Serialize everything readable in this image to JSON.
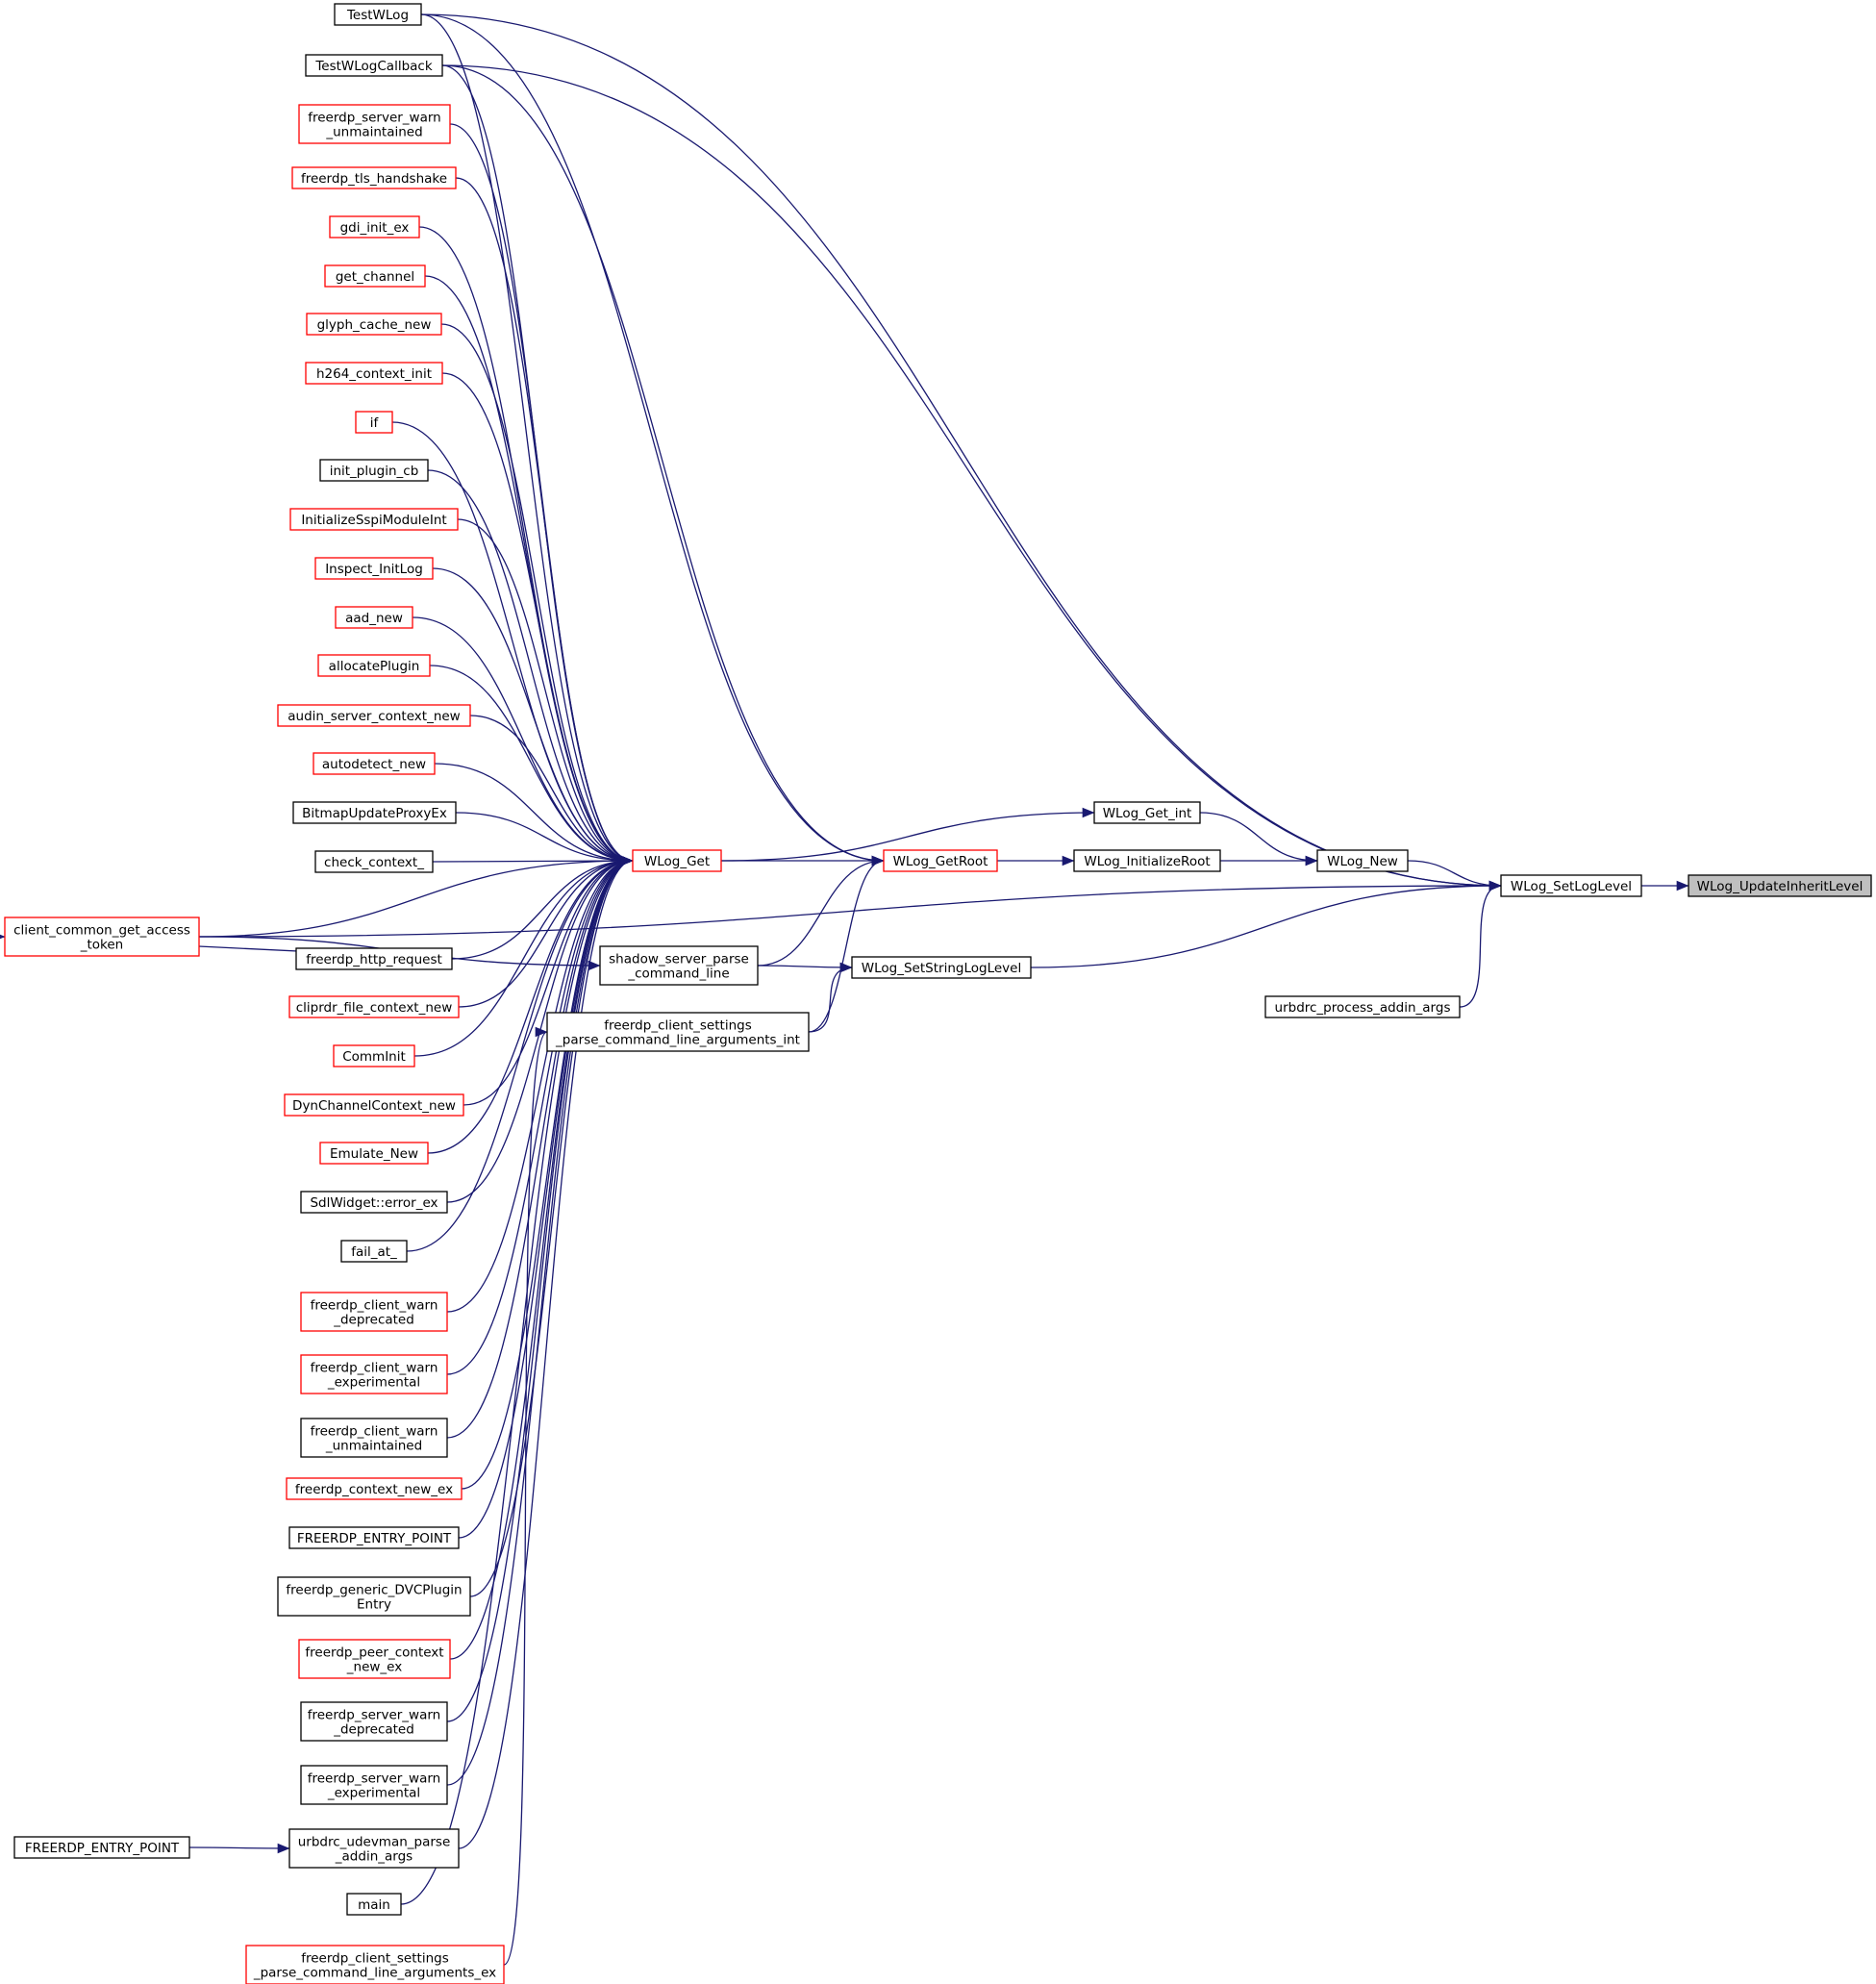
{
  "colors": {
    "edge": "#191970",
    "border_default": "#000000",
    "border_truncated": "#ff0000",
    "root_fill": "#bfbfbf",
    "node_fill": "#ffffff",
    "text": "#000000"
  },
  "nodes": [
    {
      "id": "TestWLog",
      "lines": [
        "TestWLog"
      ],
      "border": "black"
    },
    {
      "id": "TestWLogCallback",
      "lines": [
        "TestWLogCallback"
      ],
      "border": "black"
    },
    {
      "id": "fsw_unmaint",
      "lines": [
        "freerdp_server_warn",
        "_unmaintained"
      ],
      "border": "red"
    },
    {
      "id": "tls_hs",
      "lines": [
        "freerdp_tls_handshake"
      ],
      "border": "red"
    },
    {
      "id": "gdi_init_ex",
      "lines": [
        "gdi_init_ex"
      ],
      "border": "red"
    },
    {
      "id": "get_channel",
      "lines": [
        "get_channel"
      ],
      "border": "red"
    },
    {
      "id": "glyph_cache_new",
      "lines": [
        "glyph_cache_new"
      ],
      "border": "red"
    },
    {
      "id": "h264_context_init",
      "lines": [
        "h264_context_init"
      ],
      "border": "red"
    },
    {
      "id": "if",
      "lines": [
        "if"
      ],
      "border": "red"
    },
    {
      "id": "init_plugin_cb",
      "lines": [
        "init_plugin_cb"
      ],
      "border": "black"
    },
    {
      "id": "InitSspi",
      "lines": [
        "InitializeSspiModuleInt"
      ],
      "border": "red"
    },
    {
      "id": "Inspect_InitLog",
      "lines": [
        "Inspect_InitLog"
      ],
      "border": "red"
    },
    {
      "id": "aad_new",
      "lines": [
        "aad_new"
      ],
      "border": "red"
    },
    {
      "id": "allocatePlugin",
      "lines": [
        "allocatePlugin"
      ],
      "border": "red"
    },
    {
      "id": "audin_srv",
      "lines": [
        "audin_server_context_new"
      ],
      "border": "red"
    },
    {
      "id": "autodetect_new",
      "lines": [
        "autodetect_new"
      ],
      "border": "red"
    },
    {
      "id": "BitmapUpdateProxyEx",
      "lines": [
        "BitmapUpdateProxyEx"
      ],
      "border": "black"
    },
    {
      "id": "check_context_",
      "lines": [
        "check_context_"
      ],
      "border": "black"
    },
    {
      "id": "cc_get_access",
      "lines": [
        "client_common_get_access",
        "_token"
      ],
      "border": "red"
    },
    {
      "id": "http_request",
      "lines": [
        "freerdp_http_request"
      ],
      "border": "black"
    },
    {
      "id": "cliprdr_fcn",
      "lines": [
        "cliprdr_file_context_new"
      ],
      "border": "red"
    },
    {
      "id": "CommInit",
      "lines": [
        "CommInit"
      ],
      "border": "red"
    },
    {
      "id": "DynChannelContext_new",
      "lines": [
        "DynChannelContext_new"
      ],
      "border": "red"
    },
    {
      "id": "Emulate_New",
      "lines": [
        "Emulate_New"
      ],
      "border": "red"
    },
    {
      "id": "SdlWidget_error_ex",
      "lines": [
        "SdlWidget::error_ex"
      ],
      "border": "black"
    },
    {
      "id": "fail_at_",
      "lines": [
        "fail_at_"
      ],
      "border": "black"
    },
    {
      "id": "fcw_deprecated",
      "lines": [
        "freerdp_client_warn",
        "_deprecated"
      ],
      "border": "red"
    },
    {
      "id": "fcw_experimental",
      "lines": [
        "freerdp_client_warn",
        "_experimental"
      ],
      "border": "red"
    },
    {
      "id": "fcw_unmaint",
      "lines": [
        "freerdp_client_warn",
        "_unmaintained"
      ],
      "border": "black"
    },
    {
      "id": "context_new_ex",
      "lines": [
        "freerdp_context_new_ex"
      ],
      "border": "red"
    },
    {
      "id": "FEP_1",
      "lines": [
        "FREERDP_ENTRY_POINT"
      ],
      "border": "black"
    },
    {
      "id": "generic_DVC",
      "lines": [
        "freerdp_generic_DVCPlugin",
        "Entry"
      ],
      "border": "black"
    },
    {
      "id": "peer_ctx_new_ex",
      "lines": [
        "freerdp_peer_context",
        "_new_ex"
      ],
      "border": "red"
    },
    {
      "id": "fsw_deprecated",
      "lines": [
        "freerdp_server_warn",
        "_deprecated"
      ],
      "border": "black"
    },
    {
      "id": "fsw_experimental",
      "lines": [
        "freerdp_server_warn",
        "_experimental"
      ],
      "border": "black"
    },
    {
      "id": "udevman_parse",
      "lines": [
        "urbdrc_udevman_parse",
        "_addin_args"
      ],
      "border": "black"
    },
    {
      "id": "FEP_2",
      "lines": [
        "FREERDP_ENTRY_POINT"
      ],
      "border": "black"
    },
    {
      "id": "main",
      "lines": [
        "main"
      ],
      "border": "black"
    },
    {
      "id": "fcs_parse_ex",
      "lines": [
        "freerdp_client_settings",
        "_parse_command_line_arguments_ex"
      ],
      "border": "red"
    },
    {
      "id": "WLog_Get",
      "lines": [
        "WLog_Get"
      ],
      "border": "red"
    },
    {
      "id": "shadow_parse",
      "lines": [
        "shadow_server_parse",
        "_command_line"
      ],
      "border": "black"
    },
    {
      "id": "fcs_parse_int",
      "lines": [
        "freerdp_client_settings",
        "_parse_command_line_arguments_int"
      ],
      "border": "black"
    },
    {
      "id": "WLog_GetRoot",
      "lines": [
        "WLog_GetRoot"
      ],
      "border": "red"
    },
    {
      "id": "WLog_SetStringLogLevel",
      "lines": [
        "WLog_SetStringLogLevel"
      ],
      "border": "black"
    },
    {
      "id": "WLog_Get_int",
      "lines": [
        "WLog_Get_int"
      ],
      "border": "black"
    },
    {
      "id": "WLog_InitializeRoot",
      "lines": [
        "WLog_InitializeRoot"
      ],
      "border": "black"
    },
    {
      "id": "WLog_New",
      "lines": [
        "WLog_New"
      ],
      "border": "black"
    },
    {
      "id": "WLog_SetLogLevel",
      "lines": [
        "WLog_SetLogLevel"
      ],
      "border": "black"
    },
    {
      "id": "urbdrc_process",
      "lines": [
        "urbdrc_process_addin_args"
      ],
      "border": "black"
    },
    {
      "id": "WLog_UpdateInheritLevel",
      "lines": [
        "WLog_UpdateInheritLevel"
      ],
      "border": "black",
      "root": true
    }
  ],
  "edges": [
    [
      "WLog_SetLogLevel",
      "WLog_UpdateInheritLevel"
    ],
    [
      "WLog_New",
      "WLog_SetLogLevel"
    ],
    [
      "WLog_Get_int",
      "WLog_New"
    ],
    [
      "WLog_InitializeRoot",
      "WLog_New"
    ],
    [
      "WLog_GetRoot",
      "WLog_InitializeRoot"
    ],
    [
      "WLog_Get",
      "WLog_GetRoot"
    ],
    [
      "WLog_Get",
      "WLog_Get_int"
    ],
    [
      "WLog_SetStringLogLevel",
      "WLog_SetLogLevel"
    ],
    [
      "cc_get_access",
      "WLog_SetLogLevel"
    ],
    [
      "urbdrc_process",
      "WLog_SetLogLevel"
    ],
    [
      "TestWLog",
      "WLog_SetLogLevel"
    ],
    [
      "TestWLogCallback",
      "WLog_SetLogLevel"
    ],
    [
      "TestWLog",
      "WLog_GetRoot"
    ],
    [
      "TestWLogCallback",
      "WLog_GetRoot"
    ],
    [
      "shadow_parse",
      "WLog_GetRoot"
    ],
    [
      "fcs_parse_int",
      "WLog_GetRoot"
    ],
    [
      "shadow_parse",
      "WLog_SetStringLogLevel"
    ],
    [
      "fcs_parse_int",
      "WLog_SetStringLogLevel"
    ],
    [
      "fcs_parse_ex",
      "fcs_parse_int"
    ],
    [
      "cc_get_access",
      "shadow_parse"
    ],
    [
      "http_request",
      "cc_get_access"
    ],
    [
      "FEP_2",
      "udevman_parse"
    ],
    [
      "TestWLog",
      "WLog_Get"
    ],
    [
      "TestWLogCallback",
      "WLog_Get"
    ],
    [
      "fsw_unmaint",
      "WLog_Get"
    ],
    [
      "tls_hs",
      "WLog_Get"
    ],
    [
      "gdi_init_ex",
      "WLog_Get"
    ],
    [
      "get_channel",
      "WLog_Get"
    ],
    [
      "glyph_cache_new",
      "WLog_Get"
    ],
    [
      "h264_context_init",
      "WLog_Get"
    ],
    [
      "if",
      "WLog_Get"
    ],
    [
      "init_plugin_cb",
      "WLog_Get"
    ],
    [
      "InitSspi",
      "WLog_Get"
    ],
    [
      "Inspect_InitLog",
      "WLog_Get"
    ],
    [
      "aad_new",
      "WLog_Get"
    ],
    [
      "allocatePlugin",
      "WLog_Get"
    ],
    [
      "audin_srv",
      "WLog_Get"
    ],
    [
      "autodetect_new",
      "WLog_Get"
    ],
    [
      "BitmapUpdateProxyEx",
      "WLog_Get"
    ],
    [
      "check_context_",
      "WLog_Get"
    ],
    [
      "cc_get_access",
      "WLog_Get"
    ],
    [
      "http_request",
      "WLog_Get"
    ],
    [
      "cliprdr_fcn",
      "WLog_Get"
    ],
    [
      "CommInit",
      "WLog_Get"
    ],
    [
      "DynChannelContext_new",
      "WLog_Get"
    ],
    [
      "Emulate_New",
      "WLog_Get"
    ],
    [
      "SdlWidget_error_ex",
      "WLog_Get"
    ],
    [
      "fail_at_",
      "WLog_Get"
    ],
    [
      "fcw_deprecated",
      "WLog_Get"
    ],
    [
      "fcw_experimental",
      "WLog_Get"
    ],
    [
      "fcw_unmaint",
      "WLog_Get"
    ],
    [
      "context_new_ex",
      "WLog_Get"
    ],
    [
      "FEP_1",
      "WLog_Get"
    ],
    [
      "generic_DVC",
      "WLog_Get"
    ],
    [
      "peer_ctx_new_ex",
      "WLog_Get"
    ],
    [
      "fsw_deprecated",
      "WLog_Get"
    ],
    [
      "fsw_experimental",
      "WLog_Get"
    ],
    [
      "udevman_parse",
      "WLog_Get"
    ],
    [
      "main",
      "WLog_Get"
    ]
  ]
}
